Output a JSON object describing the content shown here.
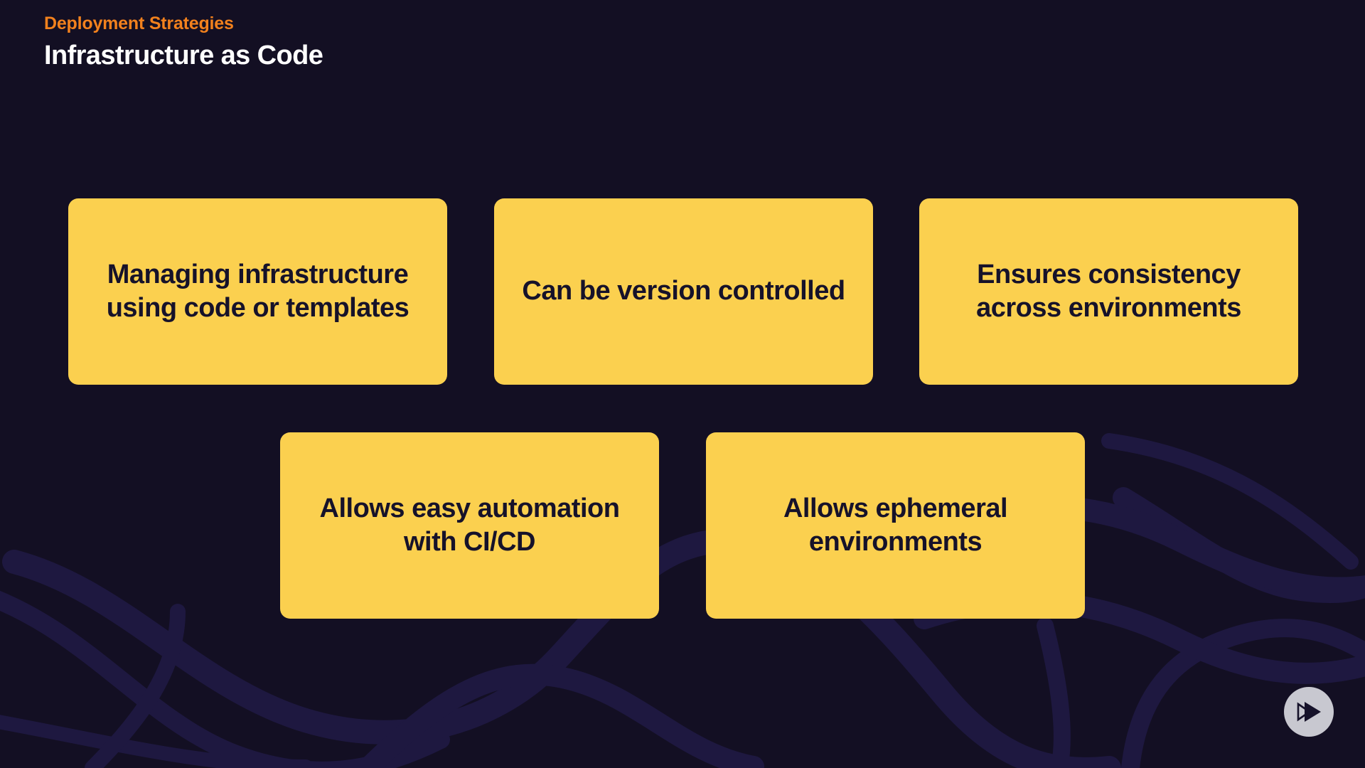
{
  "slide": {
    "eyebrow": "Deployment Strategies",
    "title": "Infrastructure as Code"
  },
  "cards": [
    {
      "id": "card-1",
      "text": "Managing infrastructure using code or templates"
    },
    {
      "id": "card-2",
      "text": "Can be version controlled"
    },
    {
      "id": "card-3",
      "text": "Ensures consistency across environments"
    },
    {
      "id": "card-4",
      "text": "Allows easy automation with CI/CD"
    },
    {
      "id": "card-5",
      "text": "Allows ephemeral environments"
    }
  ],
  "logo": {
    "icon": "play-triangle-logo-icon"
  },
  "colors": {
    "background": "#130F23",
    "wave": "#1E1840",
    "card": "#FBD04F",
    "card_text": "#16122A",
    "accent": "#F2811D",
    "title": "#FFFFFF",
    "logo_badge": "#C8C8D0",
    "logo_mark": "#16122A"
  }
}
